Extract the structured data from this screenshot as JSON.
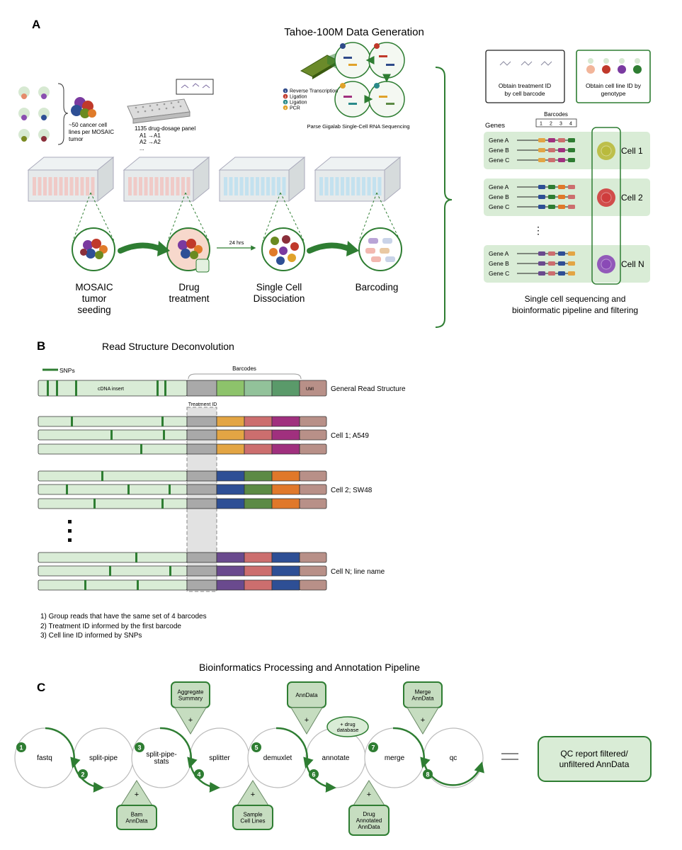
{
  "panel_a": {
    "letter": "A",
    "title": "Tahoe-100M Data Generation",
    "tumor_note": [
      "~50 cancer cell",
      "lines per MOSAIC",
      "tumor"
    ],
    "panel_label": "1135 drug-dosage panel",
    "panel_map": [
      "A1 →A1",
      "A2 →A2",
      "..."
    ],
    "steps": [
      {
        "lines": [
          "MOSAIC",
          "tumor",
          "seeding"
        ]
      },
      {
        "lines": [
          "Drug",
          "treatment"
        ]
      },
      {
        "lines": [
          "Single Cell",
          "Dissociation"
        ]
      },
      {
        "lines": [
          "Barcoding"
        ]
      }
    ],
    "time_label": "24 hrs",
    "seq_legend": [
      {
        "num": "1",
        "label": "Reverse Transcription",
        "color": "#2f4a8a"
      },
      {
        "num": "2",
        "label": "Ligation",
        "color": "#c0392b"
      },
      {
        "num": "3",
        "label": "Ligation",
        "color": "#2a8a8a"
      },
      {
        "num": "4",
        "label": "PCR",
        "color": "#e0a22a"
      }
    ],
    "seq_caption": "Parse Gigalab Single-Cell RNA Sequencing",
    "treatment_box": [
      "Obtain treatment ID",
      "by cell barcode"
    ],
    "cellline_box": [
      "Obtain cell line ID by",
      "genotype"
    ],
    "barcodes_header": "Barcodes",
    "barcode_nums": [
      "1",
      "2",
      "3",
      "4"
    ],
    "genes_header": "Genes",
    "gene_names": [
      "Gene A",
      "Gene B",
      "Gene C"
    ],
    "cells": [
      "Cell 1",
      "Cell 2",
      "Cell N"
    ],
    "vdots": "⋮",
    "pipeline_caption": [
      "Single cell sequencing and",
      "bioinformatic pipeline and filtering"
    ]
  },
  "panel_b": {
    "letter": "B",
    "title": "Read Structure Deconvolution",
    "snps_label": "SNPs",
    "barcodes_label": "Barcodes",
    "cdna_label": "cDNA insert",
    "umi_label": "UMI",
    "general_label": "General Read Structure",
    "treatment_label": "Treatment ID",
    "groups": [
      {
        "label": "Cell 1;  A549"
      },
      {
        "label": "Cell 2; SW48"
      },
      {
        "label": "Cell N; line name"
      }
    ],
    "notes": [
      "1) Group reads that have the same set of 4 barcodes",
      "2) Treatment ID informed by the first barcode",
      "3) Cell line ID informed by SNPs"
    ]
  },
  "panel_c": {
    "letter": "C",
    "title": "Bioinformatics Processing and Annotation Pipeline",
    "nodes": [
      "fastq",
      "split-pipe",
      "split-pipe-\nstats",
      "splitter",
      "demuxlet",
      "annotate",
      "merge",
      "qc"
    ],
    "steps": [
      "1",
      "2",
      "3",
      "4",
      "5",
      "6",
      "7",
      "8"
    ],
    "top_boxes": [
      {
        "text": "Aggregate\nSummary"
      },
      {
        "text": "AnnData"
      },
      {
        "text": "Merge\nAnnData"
      }
    ],
    "bottom_boxes": [
      {
        "text": "Bam\nAnnData"
      },
      {
        "text": "Sample\nCell Lines"
      },
      {
        "text": "Drug\nAnnotated\nAnnData"
      }
    ],
    "drug_db": "+ drug\ndatabase",
    "plus": "+",
    "output": "QC report filtered/\nunfiltered AnnData"
  },
  "colors": {
    "green_dark": "#2e7d32",
    "green_fill": "#d9ecd6",
    "green_light": "#e4f1e0",
    "grey_seg": "#a9a9a9",
    "umi": "#b89088",
    "bc_orange": "#e3a544",
    "bc_salmon": "#cc6e6e",
    "bc_magenta": "#a0307e",
    "bc_blue": "#2e4f95",
    "bc_green": "#5c8a45",
    "bc_dorange": "#e0782a",
    "bc_purple": "#6a4a8e"
  }
}
